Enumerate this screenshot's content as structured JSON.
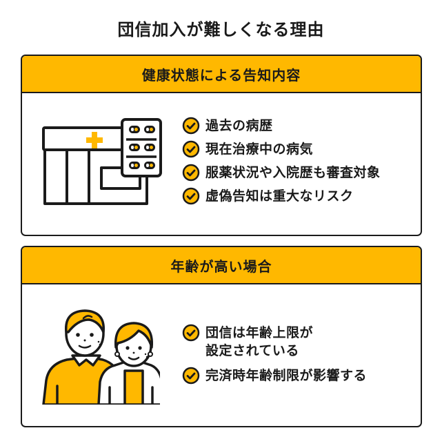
{
  "title": "団信加入が難しくなる理由",
  "colors": {
    "accent": "#FFB800",
    "line": "#1a1a1a",
    "background": "#ffffff"
  },
  "sections": [
    {
      "heading": "健康状態による告知内容",
      "illustration": "hospital-with-pill-pack",
      "icon": "check-circle-icon",
      "items": [
        {
          "text": "過去の病歴"
        },
        {
          "text": "現在治療中の病気"
        },
        {
          "text": "服薬状況や入院歴も審査対象"
        },
        {
          "text": "虚偽告知は重大なリスク"
        }
      ]
    },
    {
      "heading": "年齢が高い場合",
      "illustration": "elderly-couple",
      "icon": "check-circle-icon",
      "items": [
        {
          "line1": "団信は年齢上限が",
          "line2": "設定されている"
        },
        {
          "text": "完済時年齢制限が影響する"
        }
      ]
    }
  ]
}
